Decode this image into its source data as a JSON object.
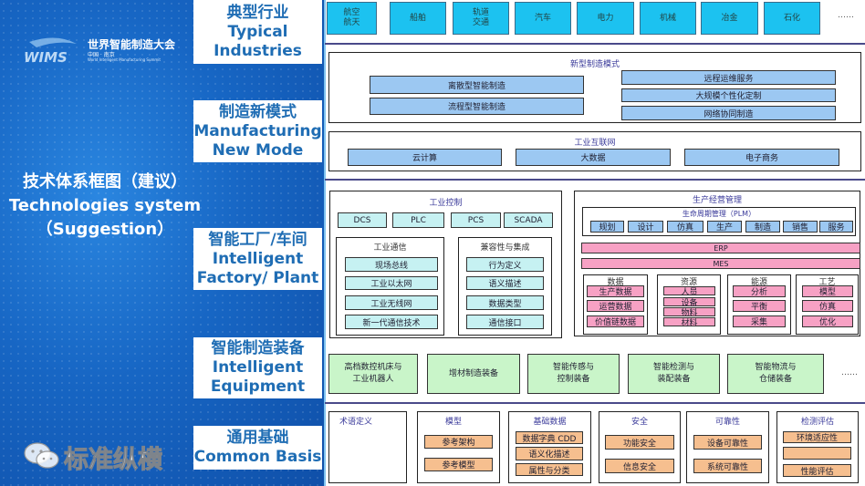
{
  "logo": {
    "text": "WIMS",
    "cn": "世界智能制造大会",
    "location": "中国 · 南京",
    "en": "World Intelligent Manufacturing Summit"
  },
  "title": {
    "cn": "技术体系框图（建议）",
    "en1": "Technologies system",
    "en2": "（Suggestion）"
  },
  "labels": [
    {
      "cn": "典型行业",
      "en": [
        "Typical",
        "Industries"
      ]
    },
    {
      "cn": "制造新模式",
      "en": [
        "Manufacturing",
        "New Mode"
      ]
    },
    {
      "cn": "智能工厂/车间",
      "en": [
        "Intelligent",
        "Factory/ Plant"
      ]
    },
    {
      "cn": "智能制造装备",
      "en": [
        "Intelligent",
        "Equipment"
      ]
    },
    {
      "cn": "通用基础",
      "en": [
        "Common Basis"
      ]
    }
  ],
  "industries": [
    "航空\n航天",
    "船舶",
    "轨道\n交通",
    "汽车",
    "电力",
    "机械",
    "冶金",
    "石化"
  ],
  "ellipsis": "……",
  "new_mode": {
    "title": "新型制造模式",
    "left": [
      "离散型智能制造",
      "流程型智能制造"
    ],
    "right": [
      "远程运维服务",
      "大规模个性化定制",
      "网络协同制造"
    ]
  },
  "internet": {
    "title": "工业互联网",
    "items": [
      "云计算",
      "大数据",
      "电子商务"
    ]
  },
  "control": {
    "title": "工业控制",
    "systems": [
      "DCS",
      "PLC",
      "PCS",
      "SCADA"
    ],
    "comm": {
      "title": "工业通信",
      "items": [
        "现场总线",
        "工业以太网",
        "工业无线网",
        "新一代通信技术"
      ]
    },
    "compat": {
      "title": "兼容性与集成",
      "items": [
        "行为定义",
        "语义描述",
        "数据类型",
        "通信接口"
      ]
    }
  },
  "production": {
    "title": "生产经营管理",
    "plm": {
      "title": "生命周期管理（PLM）",
      "items": [
        "规划",
        "设计",
        "仿真",
        "生产",
        "制造",
        "销售",
        "服务"
      ]
    },
    "erp": "ERP",
    "mes": "MES",
    "groups": [
      {
        "title": "数据",
        "items": [
          "生产数据",
          "运营数据",
          "价值链数据"
        ]
      },
      {
        "title": "资源",
        "items": [
          "人员",
          "设备",
          "物料",
          "材料"
        ]
      },
      {
        "title": "能源",
        "items": [
          "分析",
          "平衡",
          "采集"
        ]
      },
      {
        "title": "工艺",
        "items": [
          "模型",
          "仿真",
          "优化"
        ]
      }
    ]
  },
  "equipment": [
    "高档数控机床与\n工业机器人",
    "增材制造装备",
    "智能传感与\n控制装备",
    "智能检测与\n装配装备",
    "智能物流与\n仓储装备"
  ],
  "basis": [
    {
      "title": "术语定义",
      "items": []
    },
    {
      "title": "模型",
      "items": [
        "参考架构",
        "参考模型"
      ]
    },
    {
      "title": "基础数据",
      "items": [
        "数据字典 CDD",
        "语义化描述",
        "属性与分类"
      ]
    },
    {
      "title": "安全",
      "items": [
        "功能安全",
        "信息安全"
      ]
    },
    {
      "title": "可靠性",
      "items": [
        "设备可靠性",
        "系统可靠性"
      ]
    },
    {
      "title": "检测评估",
      "items": [
        "环境适应性",
        "",
        "性能评估"
      ]
    }
  ],
  "watermark": "标准纵横"
}
